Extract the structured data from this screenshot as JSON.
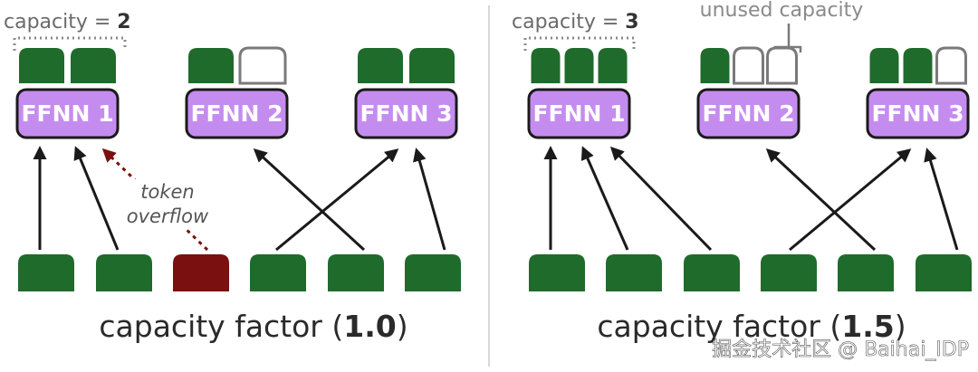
{
  "colors": {
    "token_green": "#1f6b2b",
    "token_overflow": "#7a1010",
    "ffnn_fill": "#c58cf0",
    "ffnn_stroke": "#1a1a1a",
    "unused_slot_stroke": "#7a7a7a",
    "arrow": "#1a1a1a",
    "overflow_arrow": "#7a1010",
    "divider": "#cccccc"
  },
  "left_panel": {
    "capacity_label": "capacity = ",
    "capacity_value": "2",
    "experts": [
      {
        "label": "FFNN 1",
        "slots_filled": 2,
        "slots_total": 2
      },
      {
        "label": "FFNN 2",
        "slots_filled": 1,
        "slots_total": 2
      },
      {
        "label": "FFNN 3",
        "slots_filled": 2,
        "slots_total": 2
      }
    ],
    "tokens": [
      "routed",
      "routed",
      "overflow",
      "routed",
      "routed",
      "routed"
    ],
    "overflow_label_line1": "token",
    "overflow_label_line2": "overflow",
    "factor_label": "capacity factor (",
    "factor_value": "1.0",
    "factor_close": ")"
  },
  "right_panel": {
    "capacity_label": "capacity = ",
    "capacity_value": "3",
    "unused_label": "unused capacity",
    "experts": [
      {
        "label": "FFNN 1",
        "slots_filled": 3,
        "slots_total": 3
      },
      {
        "label": "FFNN 2",
        "slots_filled": 1,
        "slots_total": 3
      },
      {
        "label": "FFNN 3",
        "slots_filled": 2,
        "slots_total": 3
      }
    ],
    "tokens": [
      "routed",
      "routed",
      "routed",
      "routed",
      "routed",
      "routed"
    ],
    "factor_label": "capacity factor (",
    "factor_value": "1.5",
    "factor_close": ")"
  },
  "watermark": "掘金技术社区 @ Baihai_IDP"
}
